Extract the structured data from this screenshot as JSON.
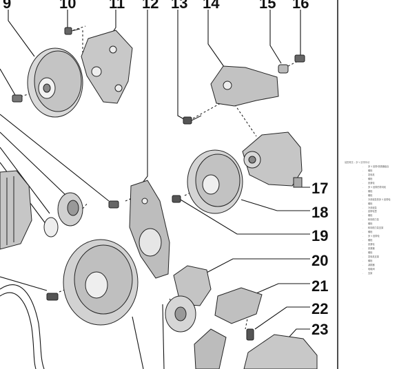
{
  "callouts": {
    "c9": "9",
    "c10": "10",
    "c11": "11",
    "c12": "12",
    "c13": "13",
    "c14": "14",
    "c15": "15",
    "c16": "16",
    "c17": "17",
    "c18": "18",
    "c19": "19",
    "c20": "20",
    "c21": "21",
    "c22": "22",
    "c23": "23"
  },
  "legend": {
    "title": "装配概览 – 多 V 皮带传动",
    "items": [
      "多 V 皮带/张紧器组合",
      "螺栓",
      "发电机",
      "螺栓",
      "张紧轮",
      "多 V 皮带的导向轮",
      "螺栓",
      "螺栓",
      "冷却液泵的多 V 皮带轮",
      "螺栓",
      "冷却液泵",
      "皮带轮罩",
      "螺栓",
      "转向助力泵",
      "螺栓",
      "转向助力泵支架",
      "螺栓",
      "多 V 皮带轮",
      "螺栓",
      "张紧轮",
      "张紧器",
      "螺栓",
      "发电机支架",
      "螺栓",
      "减振器",
      "电磁阀",
      "支架"
    ]
  }
}
